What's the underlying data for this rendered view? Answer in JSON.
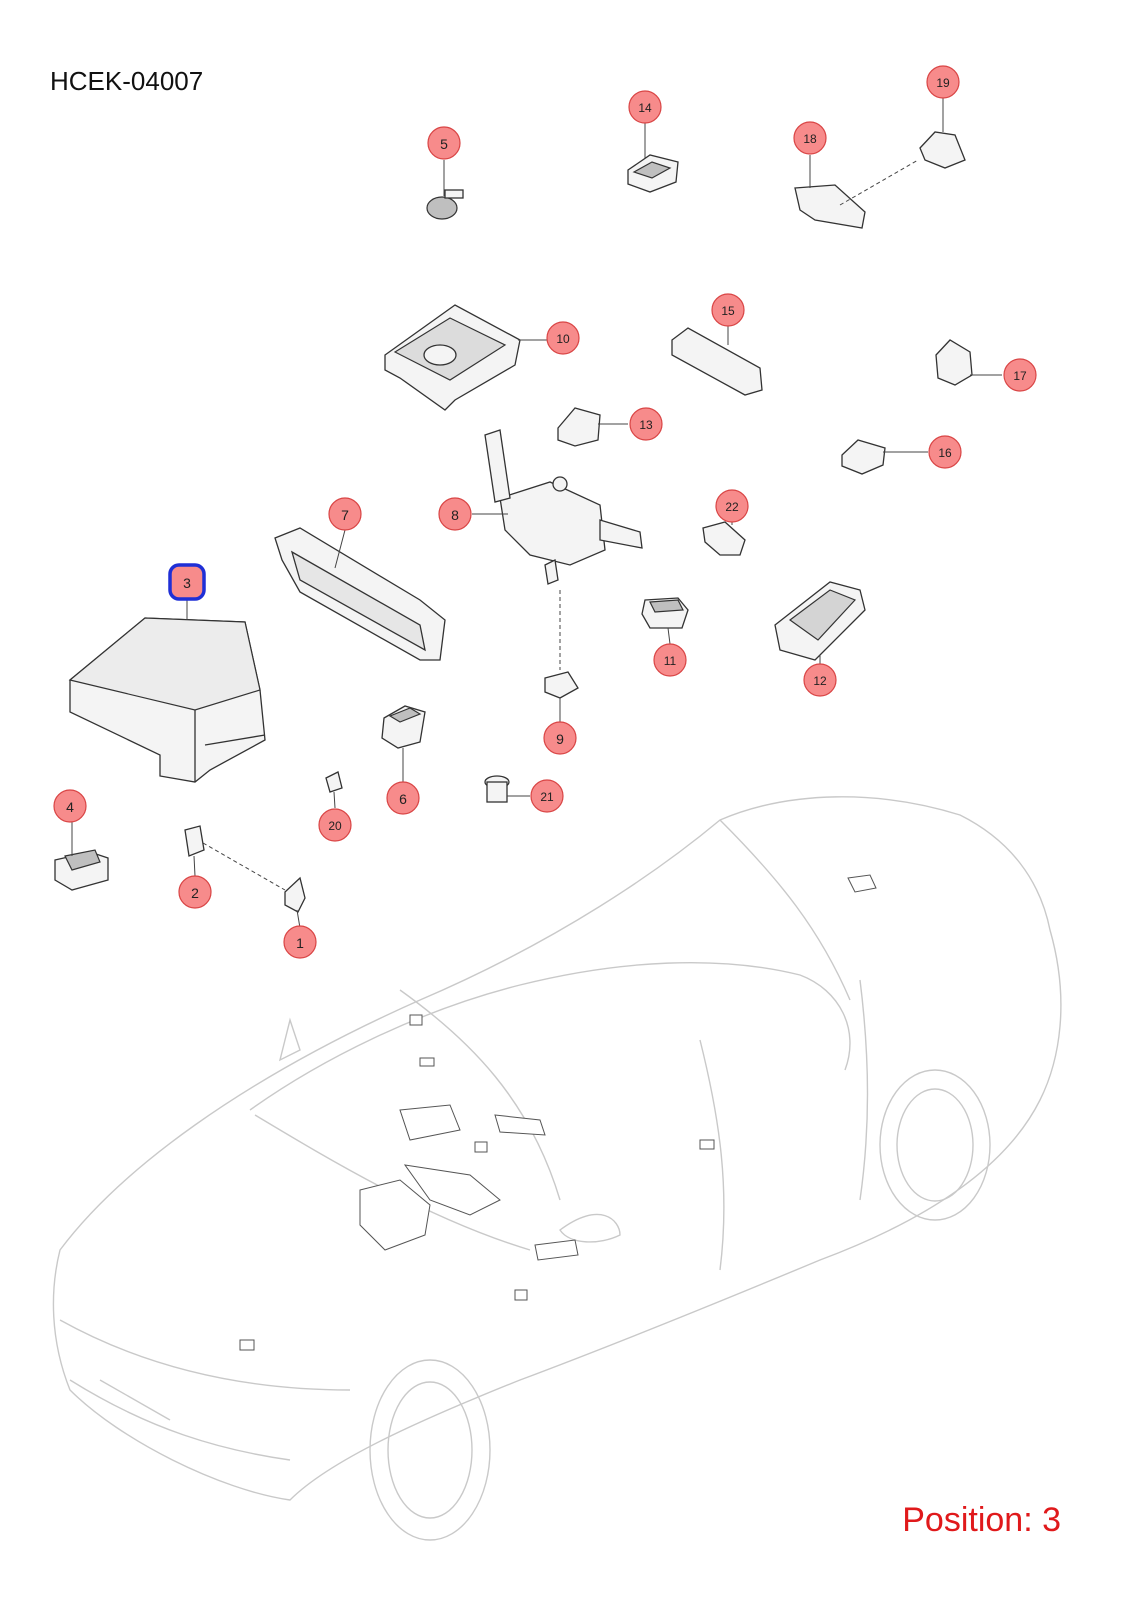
{
  "title": "HCEK-04007",
  "position_label": "Position: 3",
  "selected_position": "3",
  "colors": {
    "callout_fill": "#f78b8b",
    "callout_stroke": "#d94545",
    "selected_outline": "#1f2fd6",
    "position_text": "#e0191b"
  },
  "callouts": [
    "1",
    "2",
    "3",
    "4",
    "5",
    "6",
    "7",
    "8",
    "9",
    "10",
    "11",
    "12",
    "13",
    "14",
    "15",
    "16",
    "17",
    "18",
    "19",
    "20",
    "21",
    "22"
  ]
}
